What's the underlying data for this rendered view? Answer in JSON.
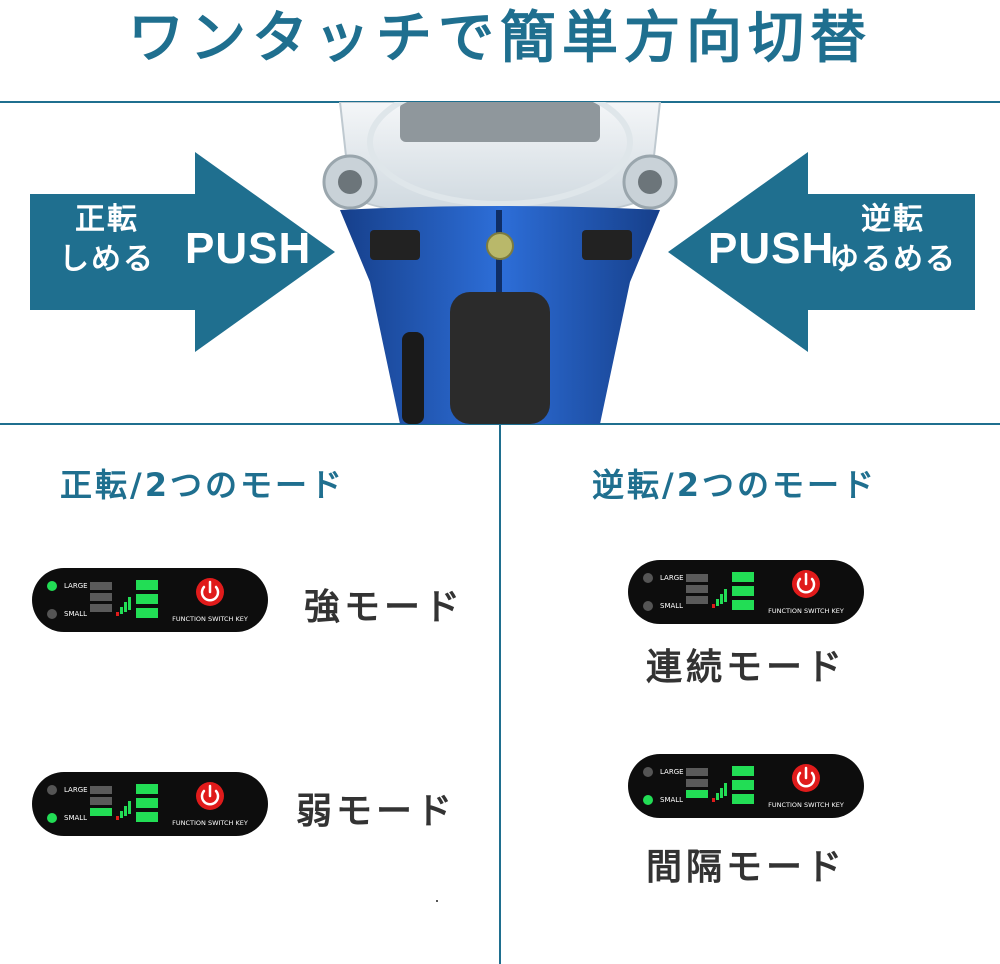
{
  "title": "ワンタッチで簡単方向切替",
  "arrows": {
    "left": {
      "line1": "正転",
      "line2": "しめる",
      "push": "PUSH"
    },
    "right": {
      "line1": "逆転",
      "line2": "ゆるめる",
      "push": "PUSH"
    }
  },
  "sections": {
    "forward": {
      "title": "正転/2つのモード",
      "modes": [
        {
          "label": "強モード",
          "active_indicator": "large"
        },
        {
          "label": "弱モード",
          "active_indicator": "small"
        }
      ]
    },
    "reverse": {
      "title": "逆転/2つのモード",
      "modes": [
        {
          "label": "連続モード",
          "active_indicator": "none"
        },
        {
          "label": "間隔モード",
          "active_indicator": "small"
        }
      ]
    }
  },
  "panel": {
    "large_label": "LARGE",
    "small_label": "SMALL",
    "key_label": "FUNCTION SWITCH KEY"
  },
  "colors": {
    "accent": "#1f6f8f",
    "tool_blue": "#1e57b8",
    "led_green": "#22dd55",
    "led_red": "#e01b1b"
  },
  "icons": {
    "power": "power-icon"
  }
}
